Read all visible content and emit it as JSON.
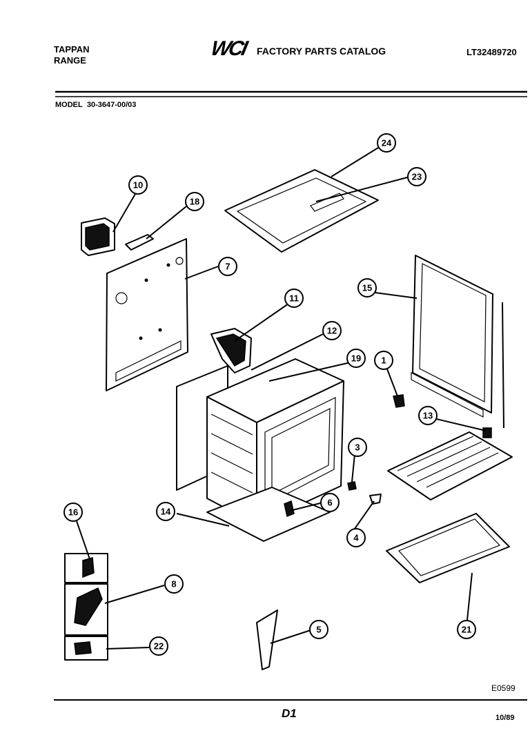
{
  "header": {
    "brand_line1": "TAPPAN",
    "brand_line2": "RANGE",
    "logo": "WCI",
    "catalog_title": "FACTORY PARTS CATALOG",
    "part_number": "LT32489720",
    "model_label": "MODEL",
    "model_number": "30-3647-00/03"
  },
  "footer": {
    "illustration_code": "E0599",
    "page_label": "D1",
    "date": "10/89"
  },
  "callouts": [
    "1",
    "3",
    "4",
    "5",
    "6",
    "7",
    "8",
    "10",
    "11",
    "12",
    "13",
    "14",
    "15",
    "16",
    "18",
    "19",
    "21",
    "22",
    "23",
    "24"
  ]
}
